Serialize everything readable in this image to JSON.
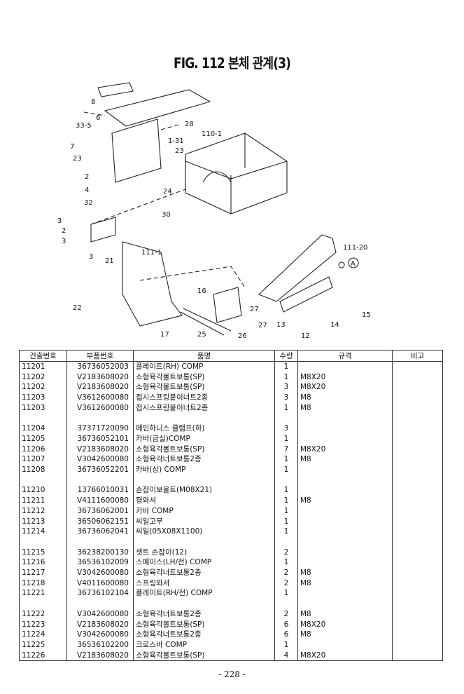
{
  "title": "FIG. 112 본체 관계(3)",
  "diagram": {
    "callouts": [
      "8",
      "6",
      "33-5",
      "28",
      "1-31",
      "110-1",
      "7",
      "23",
      "23",
      "2",
      "4",
      "32",
      "24",
      "30",
      "3",
      "2",
      "3",
      "3",
      "21",
      "111-1",
      "111-20",
      "A",
      "22",
      "16",
      "27",
      "27",
      "15",
      "13",
      "14",
      "12",
      "17",
      "25",
      "26"
    ]
  },
  "table": {
    "headers": [
      "건출번호",
      "부품번호",
      "품명",
      "수량",
      "규격",
      "비고"
    ],
    "rows": [
      [
        "11201",
        "36736052003",
        "플레이트(RH) COMP",
        "1",
        "",
        ""
      ],
      [
        "11202",
        "V2183608020",
        "소형육각볼트보통(SP)",
        "1",
        "M8X20",
        ""
      ],
      [
        "11202",
        "V2183608020",
        "소형육각볼트보통(SP)",
        "3",
        "M8X20",
        ""
      ],
      [
        "11203",
        "V3612600080",
        "접시스프링붙이너트2종",
        "3",
        "M8",
        ""
      ],
      [
        "11203",
        "V3612600080",
        "접시스프링붙이너트2종",
        "1",
        "M8",
        ""
      ],
      [
        "",
        "",
        "",
        "",
        "",
        ""
      ],
      [
        "11204",
        "37371720090",
        "메인하니스 클램프(하)",
        "3",
        "",
        ""
      ],
      [
        "11205",
        "36736052101",
        "카바(금실)COMP",
        "1",
        "",
        ""
      ],
      [
        "11206",
        "V2183608020",
        "소형육각볼트보통(SP)",
        "7",
        "M8X20",
        ""
      ],
      [
        "11207",
        "V3042600080",
        "소형육각너트보통2종",
        "1",
        "M8",
        ""
      ],
      [
        "11208",
        "36736052201",
        "카바(상) COMP",
        "1",
        "",
        ""
      ],
      [
        "",
        "",
        "",
        "",
        "",
        ""
      ],
      [
        "11210",
        "13766010031",
        "손잡이보올트(M08X21)",
        "1",
        "",
        ""
      ],
      [
        "11211",
        "V4111600080",
        "평와셔",
        "1",
        "M8",
        ""
      ],
      [
        "11212",
        "36736062001",
        "카바  COMP",
        "1",
        "",
        ""
      ],
      [
        "11213",
        "36506062151",
        "씨일고무",
        "1",
        "",
        ""
      ],
      [
        "11214",
        "36736062041",
        "씨일(05X08X1100)",
        "1",
        "",
        ""
      ],
      [
        "",
        "",
        "",
        "",
        "",
        ""
      ],
      [
        "11215",
        "36238200130",
        "셋트 손잡이(12)",
        "2",
        "",
        ""
      ],
      [
        "11216",
        "36536102009",
        "스페이스(LH/전) COMP",
        "1",
        "",
        ""
      ],
      [
        "11217",
        "V3042600080",
        "소형육각너트보통2종",
        "2",
        "M8",
        ""
      ],
      [
        "11218",
        "V4011600080",
        "스프링와셔",
        "2",
        "M8",
        ""
      ],
      [
        "11221",
        "36736102104",
        "플레이트(RH/전) COMP",
        "1",
        "",
        ""
      ],
      [
        "",
        "",
        "",
        "",
        "",
        ""
      ],
      [
        "11222",
        "V3042600080",
        "소형육각너트보통2종",
        "2",
        "M8",
        ""
      ],
      [
        "11223",
        "V2183608020",
        "소형육각볼트보통(SP)",
        "6",
        "M8X20",
        ""
      ],
      [
        "11224",
        "V3042600080",
        "소형육각너트보통2종",
        "6",
        "M8",
        ""
      ],
      [
        "11225",
        "36536102200",
        "크로스바  COMP",
        "1",
        "",
        ""
      ],
      [
        "11226",
        "V2183608020",
        "소형육각볼트보통(SP)",
        "4",
        "M8X20",
        ""
      ]
    ]
  },
  "page_number": "- 228 -"
}
